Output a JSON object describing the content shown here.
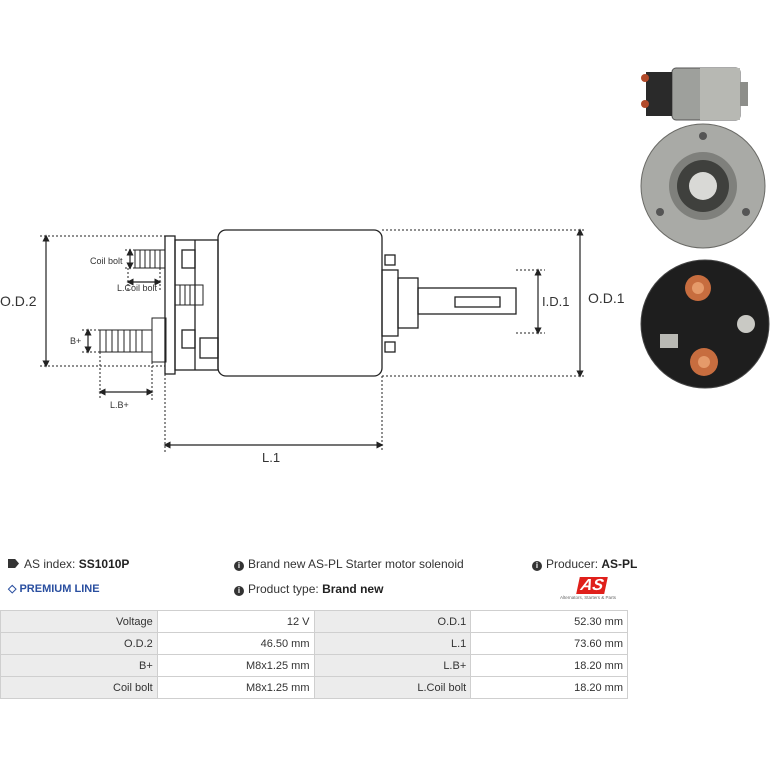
{
  "drawing": {
    "labels": {
      "od2": "O.D.2",
      "od1": "O.D.1",
      "id1": "I.D.1",
      "l1": "L.1",
      "lb": "L.B+",
      "bplus": "B+",
      "coil_bolt": "Coil bolt",
      "l_coil_bolt": "L.Coil bolt"
    }
  },
  "info": {
    "as_index_label": "AS index:",
    "as_index_value": "SS1010P",
    "premium_line": "PREMIUM LINE",
    "description": "Brand new AS-PL Starter motor solenoid",
    "product_type_label": "Product type:",
    "product_type_value": "Brand new",
    "producer_label": "Producer:",
    "producer_value": "AS-PL",
    "logo_text": "AS",
    "logo_tagline": "Alternators, Starters & Parts"
  },
  "specs": [
    {
      "label_a": "Voltage",
      "value_a": "12 V",
      "label_b": "O.D.1",
      "value_b": "52.30 mm"
    },
    {
      "label_a": "O.D.2",
      "value_a": "46.50 mm",
      "label_b": "L.1",
      "value_b": "73.60 mm"
    },
    {
      "label_a": "B+",
      "value_a": "M8x1.25 mm",
      "label_b": "L.B+",
      "value_b": "18.20 mm"
    },
    {
      "label_a": "Coil bolt",
      "value_a": "M8x1.25 mm",
      "label_b": "L.Coil bolt",
      "value_b": "18.20 mm"
    }
  ],
  "colors": {
    "accent_blue": "#2a4fa0",
    "logo_red": "#e0201b"
  }
}
